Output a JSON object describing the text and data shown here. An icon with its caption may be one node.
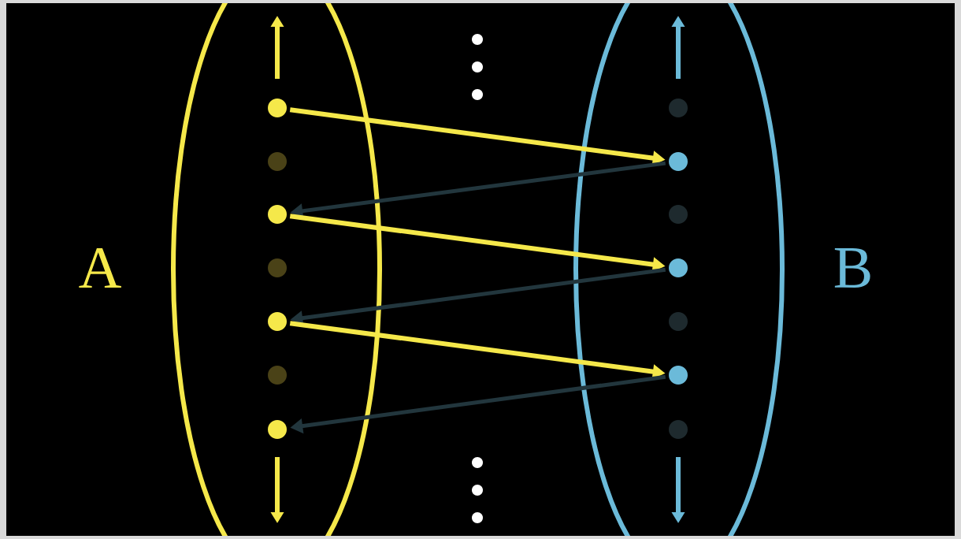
{
  "diagram": {
    "nodes": [
      {
        "text": [
          "A"
        ]
      },
      {
        "text": [
          "B"
        ]
      },
      {
        "text": [],
        "shape": "circle",
        "in": 0
      },
      {
        "text": [],
        "shape": "circle",
        "in": 0
      },
      {
        "text": [],
        "shape": "circle",
        "in": 0
      },
      {
        "text": [],
        "shape": "circle",
        "in": 0
      },
      {
        "text": [],
        "shape": "circle",
        "in": 1
      },
      {
        "text": [],
        "shape": "circle",
        "in": 1
      },
      {
        "text": [],
        "shape": "circle",
        "in": 1
      }
    ],
    "edges": [
      {
        "from": 2,
        "to": 6,
        "arrow": "to"
      },
      {
        "from": 6,
        "to": 3,
        "arrow": "to",
        "color": "#22363d"
      },
      {
        "from": 3,
        "to": 7,
        "arrow": "to"
      },
      {
        "from": 7,
        "to": 4,
        "arrow": "to",
        "color": "#22363d"
      },
      {
        "from": 4,
        "to": 8,
        "arrow": "to"
      },
      {
        "from": 8,
        "to": 5,
        "arrow": "to",
        "color": "#22363d"
      }
    ]
  }
}
